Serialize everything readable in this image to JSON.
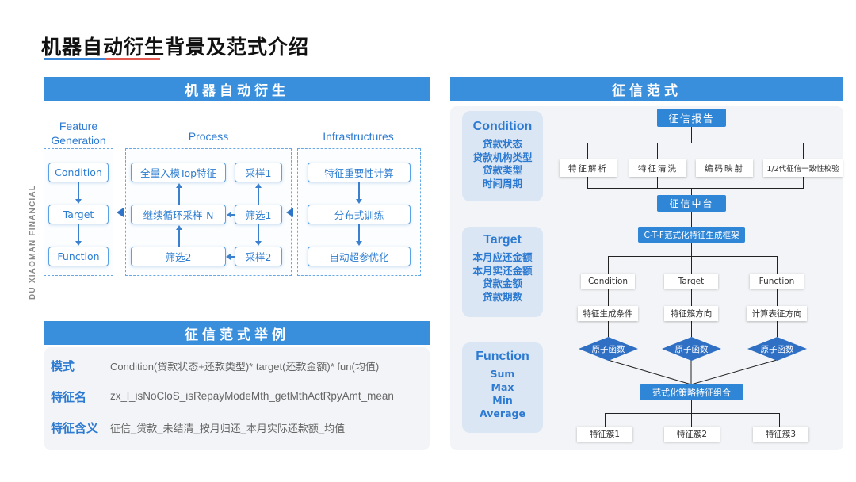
{
  "title": "机器自动衍生背景及范式介绍",
  "side_brand": "DU XIAOMAN FINANCIAL",
  "left_banner": "机器自动衍生",
  "feature_generation": {
    "header": "Feature Generation",
    "nodes": [
      "Condition",
      "Target",
      "Function"
    ]
  },
  "process": {
    "header": "Process",
    "nodes": {
      "full_model": "全量入模Top特征",
      "sample1": "采样1",
      "loop": "继续循环采样-N",
      "filter1": "筛选1",
      "filter2": "筛选2",
      "sample2": "采样2"
    }
  },
  "infrastructures": {
    "header": "Infrastructures",
    "nodes": [
      "特征重要性计算",
      "分布式训练",
      "自动超参优化"
    ]
  },
  "example_banner": "征信范式举例",
  "example": {
    "rows": [
      {
        "label": "模式",
        "value": "Condition(贷款状态+还款类型)* target(还款金额)* fun(均值)"
      },
      {
        "label": "特征名",
        "value": "zx_l_isNoCloS_isRepayModeMth_getMthActRpyAmt_mean"
      },
      {
        "label": "特征含义",
        "value": "征信_贷款_未结清_按月归还_本月实际还款额_均值"
      }
    ]
  },
  "right_banner": "征信范式",
  "paradigm_cards": [
    {
      "head": "Condition",
      "items": [
        "贷款状态",
        "贷款机构类型",
        "贷款类型",
        "时间周期"
      ]
    },
    {
      "head": "Target",
      "items": [
        "本月应还金额",
        "本月实还金额",
        "贷款金额",
        "贷款期数"
      ]
    },
    {
      "head": "Function",
      "items": [
        "Sum",
        "Max",
        "Min",
        "Average"
      ]
    }
  ],
  "flow": {
    "report": "征信报告",
    "parse_steps": [
      "特征解析",
      "特征清洗",
      "编码映射",
      "1/2代征信一致性校验"
    ],
    "middle": "征信中台",
    "framework": "C-T-F范式化特征生成框架",
    "branches": [
      {
        "name": "Condition",
        "desc": "特征生成条件",
        "atom": "原子函数"
      },
      {
        "name": "Target",
        "desc": "特征簇方向",
        "atom": "原子函数"
      },
      {
        "name": "Function",
        "desc": "计算表征方向",
        "atom": "原子函数"
      }
    ],
    "combine": "范式化策略特征组合",
    "clusters": [
      "特征簇1",
      "特征簇2",
      "特征簇3"
    ]
  },
  "colors": {
    "accent_blue": "#3a8fdc",
    "accent_red": "#e0584f",
    "diamond_blue": "#2f6fc4"
  }
}
